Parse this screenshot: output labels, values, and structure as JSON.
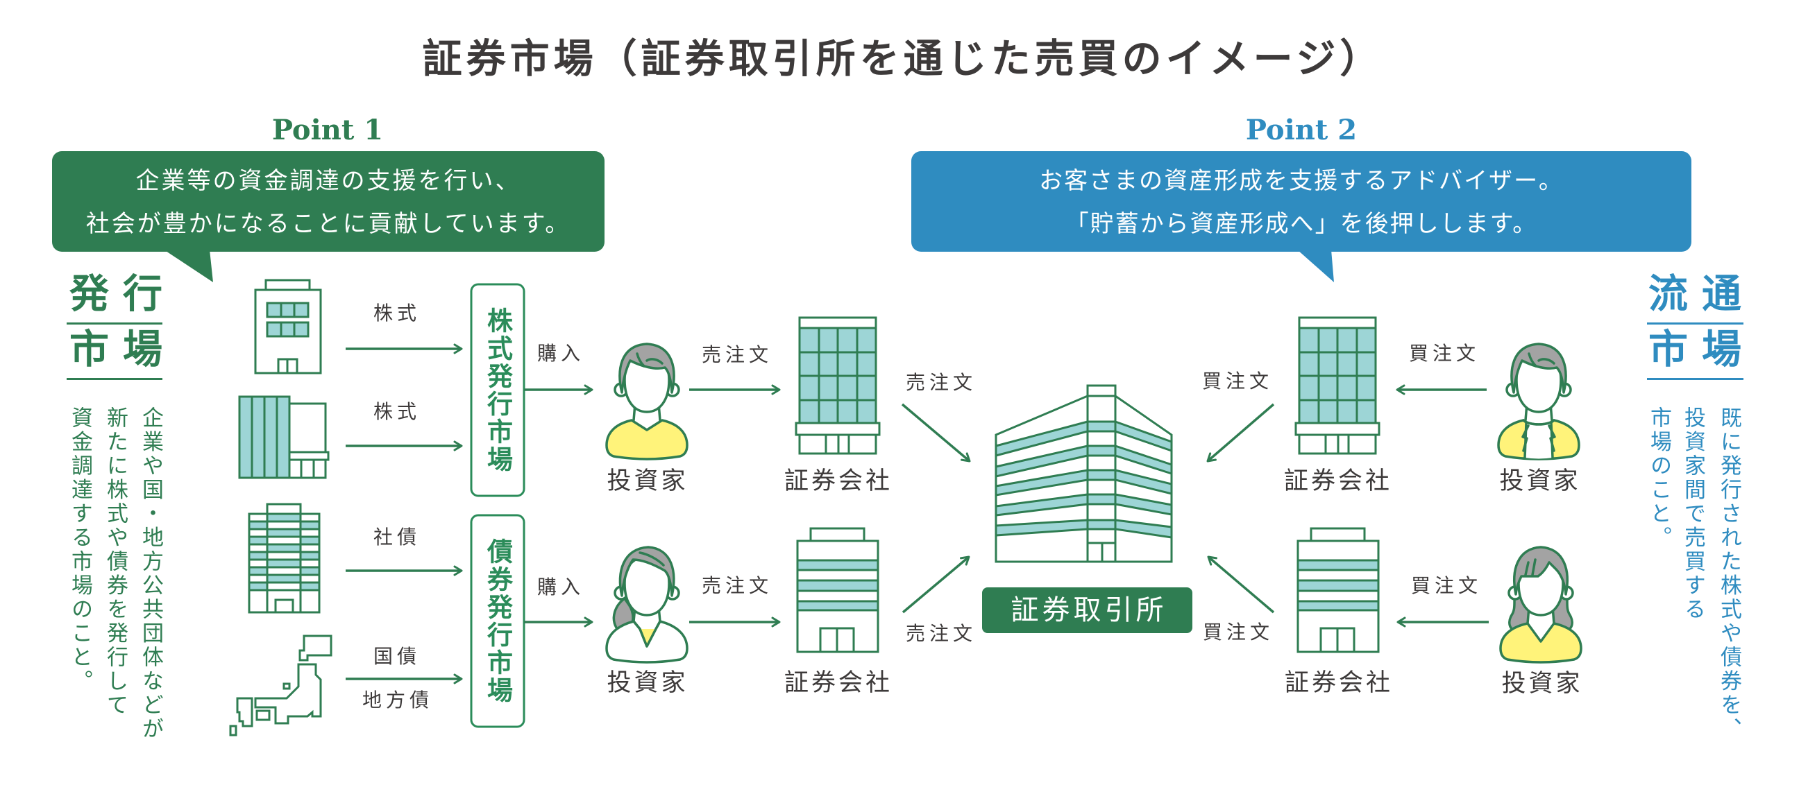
{
  "title": "証券市場（証券取引所を通じた売買のイメージ）",
  "colors": {
    "primary_green": "#2f7d52",
    "label_green": "#2b8c5a",
    "blue": "#2f8cc0",
    "teal": "#9dd5d6",
    "yellow": "#fff37a",
    "hair_gray": "#a3a3a3",
    "text": "#3d3a3a"
  },
  "points": [
    {
      "label": "Point 1",
      "lines": [
        "企業等の資金調達の支援を行い、",
        "社会が豊かになることに貢献しています。"
      ]
    },
    {
      "label": "Point 2",
      "lines": [
        "お客さまの資産形成を支援するアドバイザー。",
        "「貯蓄から資産形成へ」を後押しします。"
      ]
    }
  ],
  "primary_market": {
    "heading_lines": [
      "発行",
      "市場"
    ],
    "description_lines": [
      "企業や国・地方公共団体などが",
      "新たに株式や債券を発行して",
      "資金調達する市場のこと。"
    ]
  },
  "secondary_market": {
    "heading_lines": [
      "流通",
      "市場"
    ],
    "description_lines": [
      "既に発行された株式や債券を、",
      "投資家間で売買する",
      "市場のこと。"
    ]
  },
  "issuers": [
    {
      "icon": "office-building-icon",
      "flow_labels": [
        "株式"
      ]
    },
    {
      "icon": "company-building-icon",
      "flow_labels": [
        "株式"
      ]
    },
    {
      "icon": "tall-building-icon",
      "flow_labels": [
        "社債"
      ]
    },
    {
      "icon": "japan-map-icon",
      "flow_labels": [
        "国債",
        "地方債"
      ]
    }
  ],
  "issue_markets": [
    {
      "label": "株式発行市場",
      "flow_label": "購入"
    },
    {
      "label": "債券発行市場",
      "flow_label": "購入"
    }
  ],
  "sell_side": {
    "investors": [
      {
        "icon": "investor-icon",
        "label": "投資家",
        "order_label": "売注文"
      },
      {
        "icon": "investor-icon",
        "label": "投資家",
        "order_label": "売注文"
      }
    ],
    "firms": [
      {
        "icon": "securities-firm-building-icon",
        "label": "証券会社",
        "order_label": "売注文"
      },
      {
        "icon": "securities-firm-building-icon",
        "label": "証券会社",
        "order_label": "売注文"
      }
    ]
  },
  "exchange": {
    "icon": "stock-exchange-building-icon",
    "label": "証券取引所"
  },
  "buy_side": {
    "firms": [
      {
        "icon": "securities-firm-building-icon",
        "label": "証券会社",
        "order_label": "買注文"
      },
      {
        "icon": "securities-firm-building-icon",
        "label": "証券会社",
        "order_label": "買注文"
      }
    ],
    "investors": [
      {
        "icon": "investor-icon",
        "label": "投資家",
        "order_label": "買注文"
      },
      {
        "icon": "investor-icon",
        "label": "投資家",
        "order_label": "買注文"
      }
    ]
  }
}
